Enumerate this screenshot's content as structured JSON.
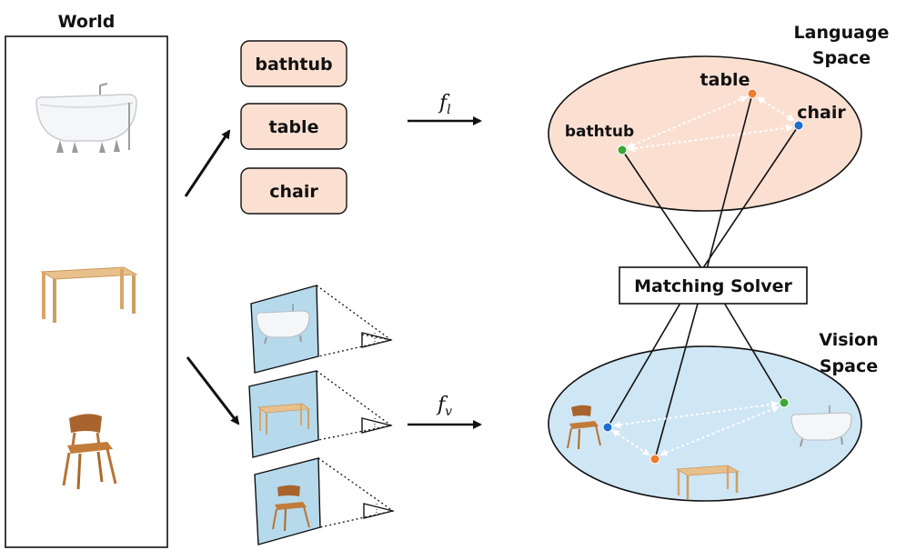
{
  "world": {
    "title": "World"
  },
  "words": [
    {
      "label": "bathtub"
    },
    {
      "label": "table"
    },
    {
      "label": "chair"
    }
  ],
  "functions": {
    "language": "f",
    "language_sub": "l",
    "vision": "f",
    "vision_sub": "v"
  },
  "language_space": {
    "title_line1": "Language",
    "title_line2": "Space",
    "fill": "#fbe0d2",
    "points": [
      {
        "label": "bathtub",
        "color": "#3aa832"
      },
      {
        "label": "table",
        "color": "#f07c2e"
      },
      {
        "label": "chair",
        "color": "#1f6fcf"
      }
    ]
  },
  "vision_space": {
    "title_line1": "Vision",
    "title_line2": "Space",
    "fill": "#cfe6f4",
    "points": [
      {
        "name": "chair-point",
        "color": "#1f6fcf"
      },
      {
        "name": "table-point",
        "color": "#f07c2e"
      },
      {
        "name": "bathtub-point",
        "color": "#3aa832"
      }
    ]
  },
  "solver": {
    "label": "Matching Solver"
  },
  "colors": {
    "word_box": "#fbe0d2",
    "image_plane": "#b6d9ec",
    "line": "#111111"
  }
}
